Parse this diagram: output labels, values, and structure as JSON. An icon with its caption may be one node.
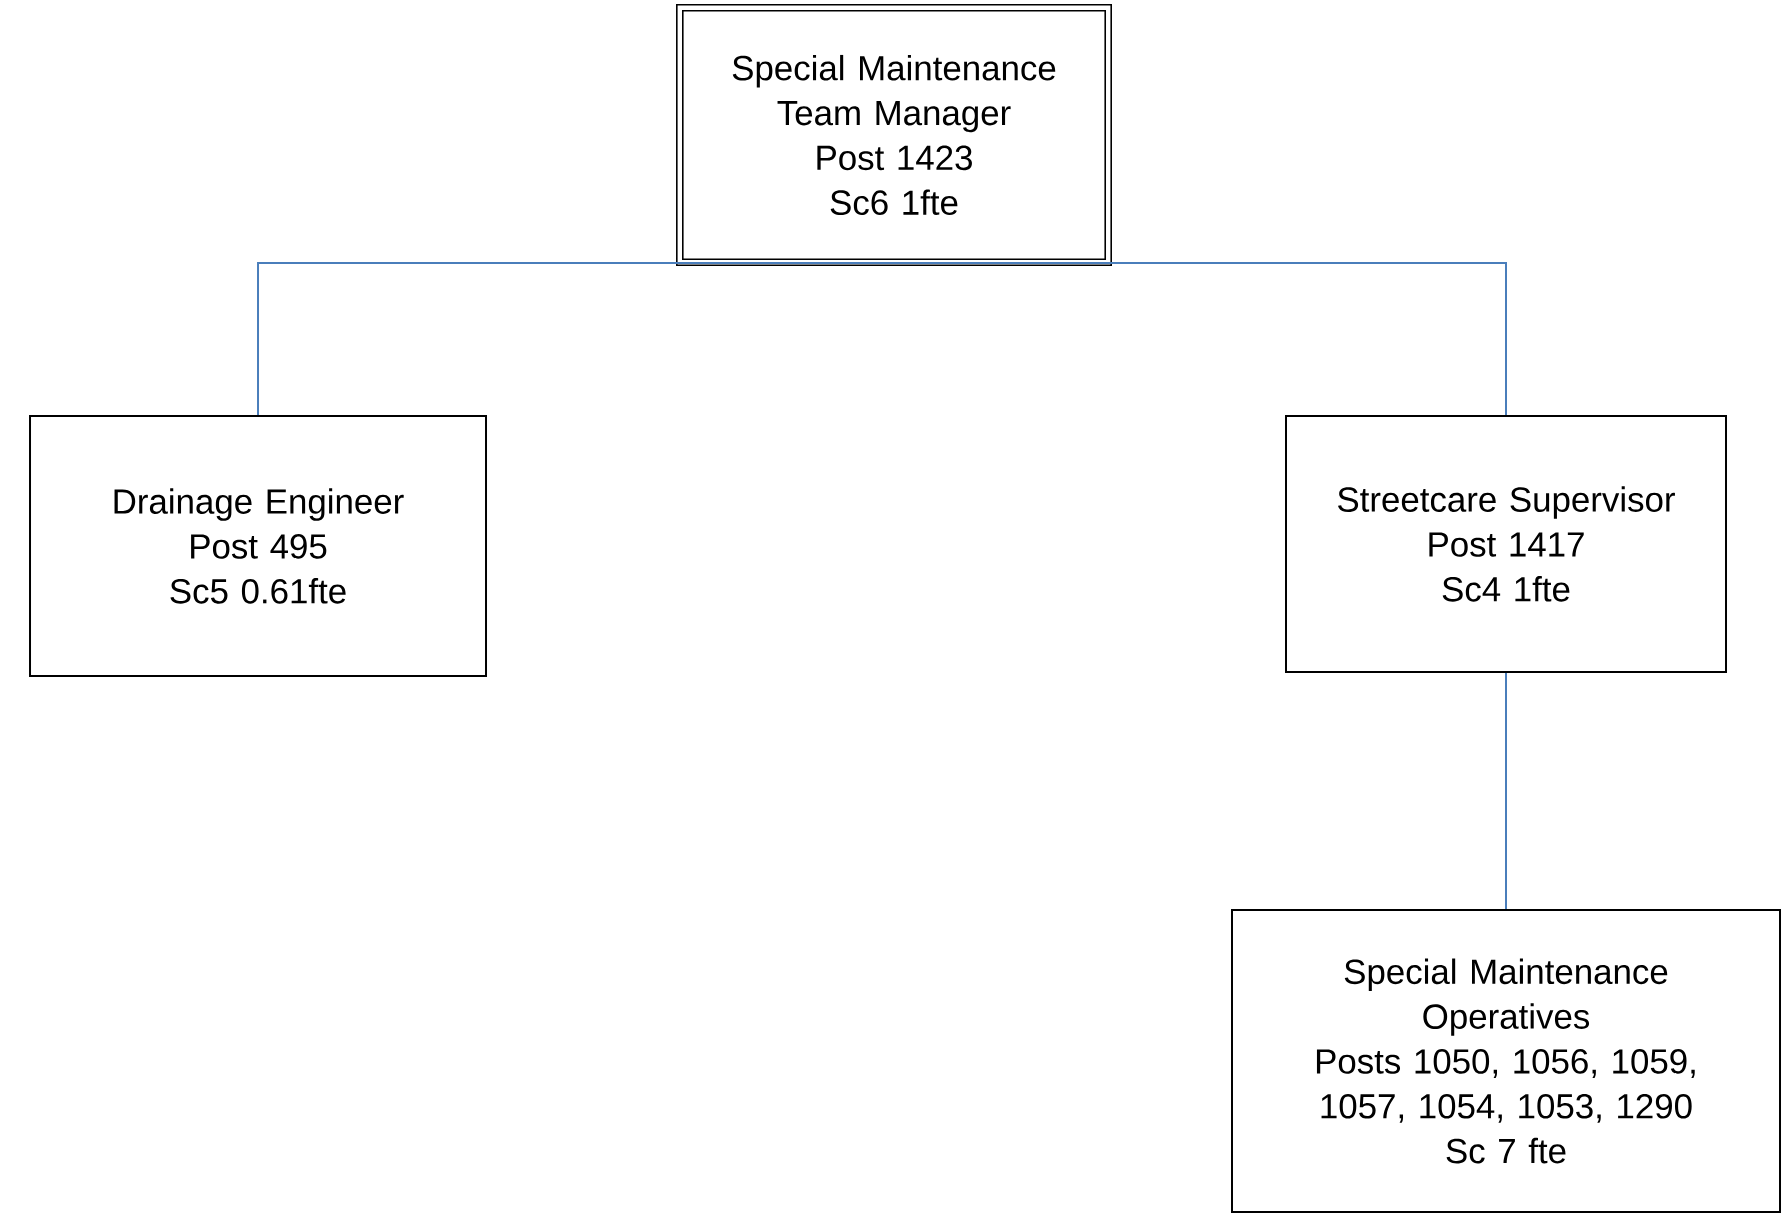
{
  "diagram": {
    "nodes": [
      {
        "text": [
          "Special Maintenance Team Manager",
          "Post 1423",
          "Sc6 1fte"
        ]
      },
      {
        "text": [
          "Drainage Engineer",
          "Post 495",
          "Sc5 0.61fte"
        ]
      },
      {
        "text": [
          "Streetcare Supervisor",
          "Post 1417",
          "Sc4 1fte"
        ]
      },
      {
        "text": [
          "Special Maintenance Operatives",
          "Posts 1050, 1056, 1059, 1057, 1054, 1053, 1290",
          "Sc 7 fte"
        ]
      }
    ],
    "edges": [
      {
        "from": 0,
        "to": 1,
        "arrow": "none",
        "color": "#4a7ebb"
      },
      {
        "from": 0,
        "to": 2,
        "arrow": "none",
        "color": "#4a7ebb"
      },
      {
        "from": 2,
        "to": 3,
        "arrow": "none",
        "color": "#4a7ebb"
      }
    ]
  }
}
